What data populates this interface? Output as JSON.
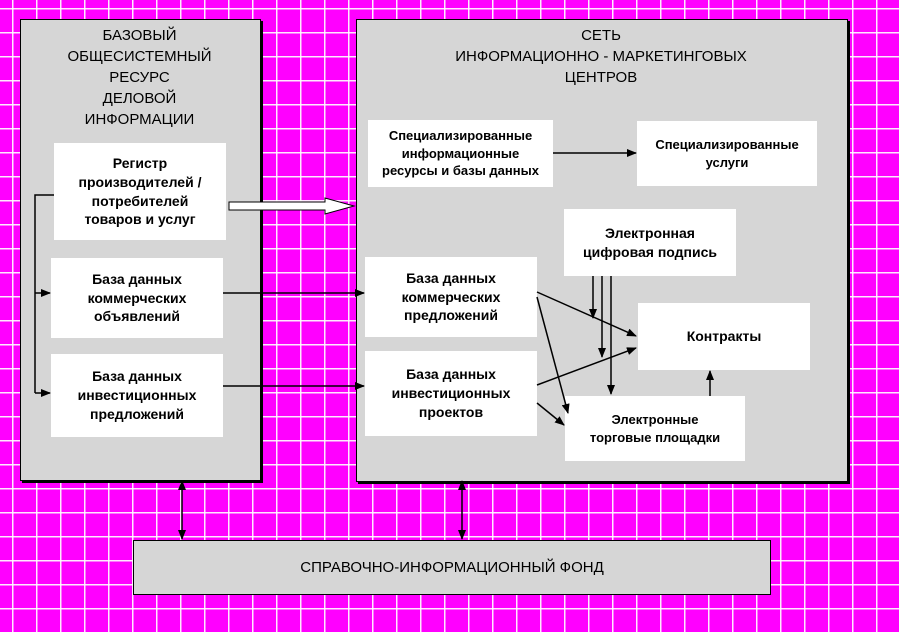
{
  "left_panel": {
    "title": "БАЗОВЫЙ\nОБЩЕСИСТЕМНЫЙ\nРЕСУРС\nДЕЛОВОЙ\nИНФОРМАЦИИ",
    "items": [
      "Регистр\nпроизводителей /\nпотребителей\nтоваров и услуг",
      "База данных\nкоммерческих\nобъявлений",
      "База данных\nинвестиционных\nпредложений"
    ]
  },
  "right_panel": {
    "title": "СЕТЬ\nИНФОРМАЦИОННО - МАРКЕТИНГОВЫХ\nЦЕНТРОВ",
    "spec_resources": "Специализированные\nинформационные\nресурсы и базы данных",
    "spec_services": "Специализированные\nуслуги",
    "signature": "Электронная\nцифровая подпись",
    "commercial_offers": "База данных\nкоммерческих\nпредложений",
    "investment_projects": "База данных\nинвестиционных\nпроектов",
    "contracts": "Контракты",
    "trading_platforms": "Электронные\nторговые площадки"
  },
  "fund": "СПРАВОЧНО-ИНФОРМАЦИОННЫЙ ФОНД"
}
